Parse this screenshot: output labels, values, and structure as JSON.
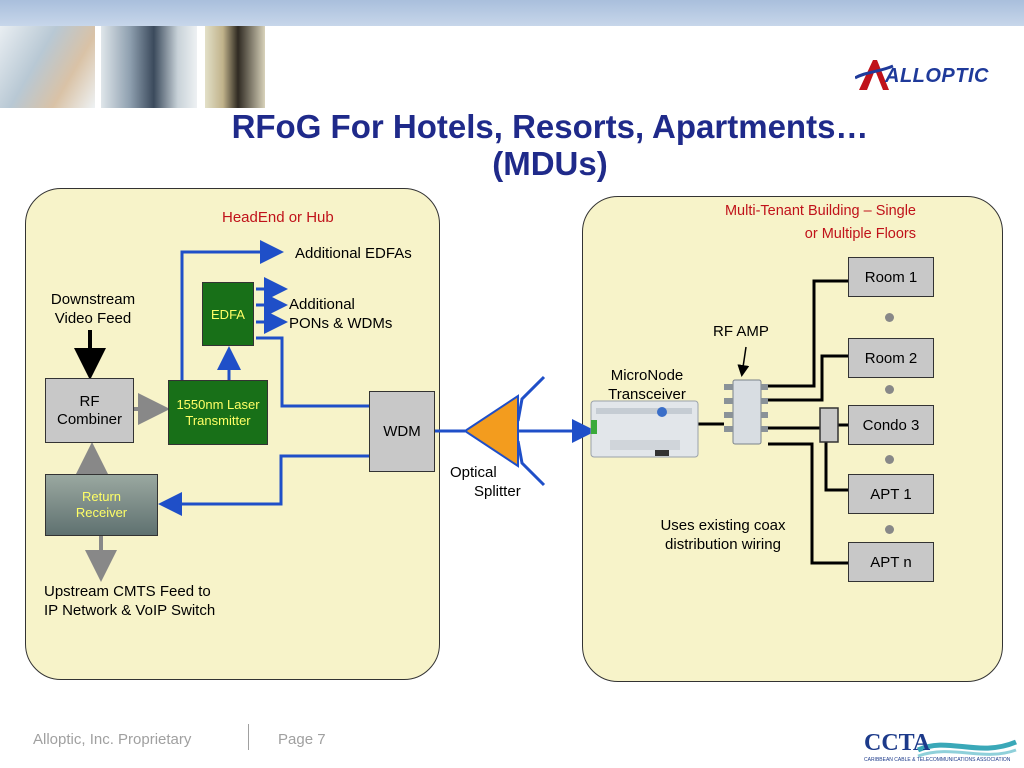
{
  "slide": {
    "title_line1": "RFoG For Hotels, Resorts, Apartments…",
    "title_line2": "(MDUs)",
    "logo": "ALLOPTIC"
  },
  "headend": {
    "title": "HeadEnd or Hub",
    "downstream_line1": "Downstream",
    "downstream_line2": "Video Feed",
    "rf_combiner_line1": "RF",
    "rf_combiner_line2": "Combiner",
    "edfa": "EDFA",
    "laser_line1": "1550nm Laser",
    "laser_line2": "Transmitter",
    "additional_edfas": "Additional EDFAs",
    "additional_pons_line1": "Additional",
    "additional_pons_line2": "PONs & WDMs",
    "wdm": "WDM",
    "return_line1": "Return",
    "return_line2": "Receiver",
    "upstream_line1": "Upstream CMTS Feed to",
    "upstream_line2": "IP Network & VoIP Switch"
  },
  "splitter": {
    "line1": "Optical",
    "line2": "Splitter"
  },
  "building": {
    "title_line1": "Multi-Tenant  Building – Single",
    "title_line2": "or Multiple Floors",
    "micronode_line1": "MicroNode",
    "micronode_line2": "Transceiver",
    "rf_amp": "RF AMP",
    "coax_line1": "Uses existing coax",
    "coax_line2": "distribution wiring",
    "rooms": [
      "Room 1",
      "Room 2",
      "Condo 3",
      "APT 1",
      "APT n"
    ]
  },
  "footer": {
    "company": "Alloptic, Inc. Proprietary",
    "page": "Page 7",
    "ccta": "CCTA",
    "ccta_sub": "CARIBBEAN CABLE & TELECOMMUNICATIONS ASSOCIATION"
  },
  "colors": {
    "title": "#1f2a8a",
    "panel": "#f7f3c9",
    "fiber": "#1f4fc8",
    "coax": "#000000",
    "splitter": "#f39c1e",
    "edfa": "#187018",
    "accent_red": "#c0121a"
  }
}
